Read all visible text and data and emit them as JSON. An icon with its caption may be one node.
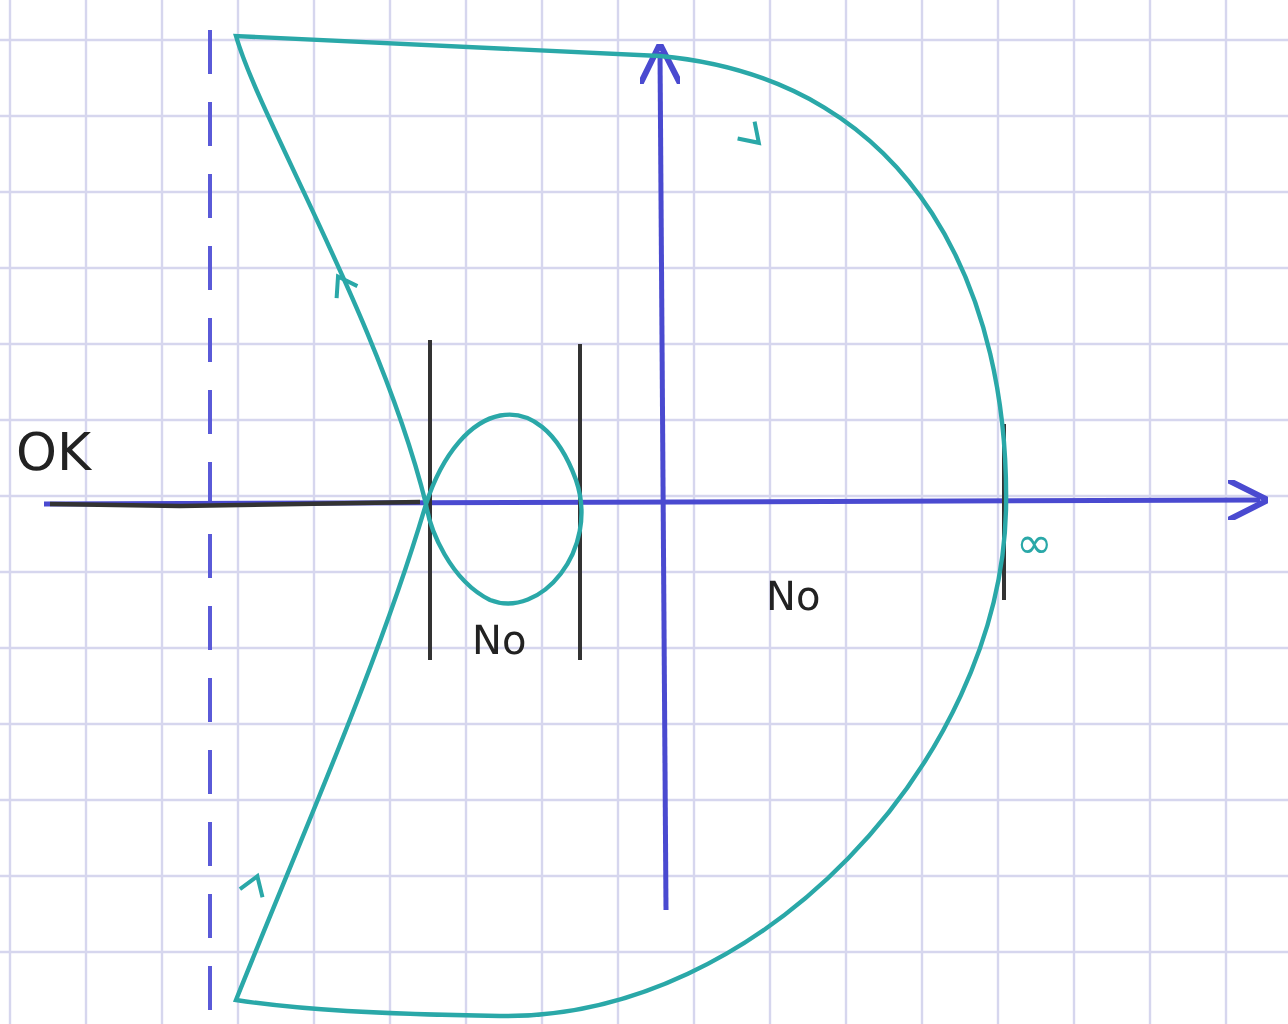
{
  "diagram": {
    "labels": [
      "OK",
      "No",
      "No",
      "∞"
    ]
  }
}
